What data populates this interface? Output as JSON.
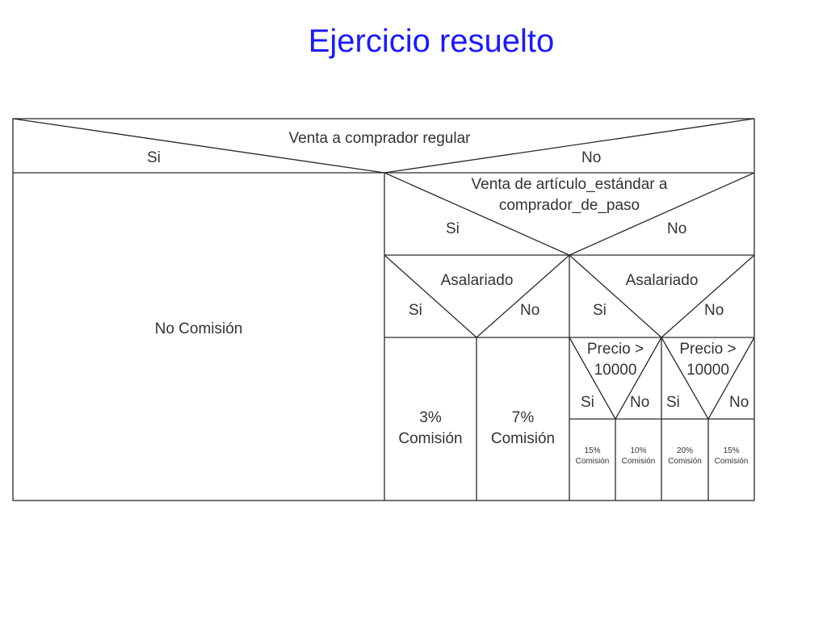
{
  "title": "Ejercicio resuelto",
  "diagram": {
    "root": {
      "condition": "Venta a comprador regular",
      "yes": "Si",
      "no": "No"
    },
    "no_commission": "No Comisión",
    "level2": {
      "condition_line1": "Venta de artículo_estándar a",
      "condition_line2": "comprador_de_paso",
      "yes": "Si",
      "no": "No"
    },
    "asalariado_left": {
      "condition": "Asalariado",
      "yes": "Si",
      "no": "No"
    },
    "asalariado_right": {
      "condition": "Asalariado",
      "yes": "Si",
      "no": "No"
    },
    "result_3": {
      "line1": "3%",
      "line2": "Comisión"
    },
    "result_7": {
      "line1": "7%",
      "line2": "Comisión"
    },
    "precio_left": {
      "line1": "Precio >",
      "line2": "10000",
      "yes": "Si",
      "no": "No"
    },
    "precio_right": {
      "line1": "Precio >",
      "line2": "10000",
      "yes": "Si",
      "no": "No"
    },
    "result_15a": {
      "line1": "15%",
      "line2": "Comisión"
    },
    "result_10": {
      "line1": "10%",
      "line2": "Comisión"
    },
    "result_20": {
      "line1": "20%",
      "line2": "Comisión"
    },
    "result_15b": {
      "line1": "15%",
      "line2": "Comisión"
    }
  }
}
